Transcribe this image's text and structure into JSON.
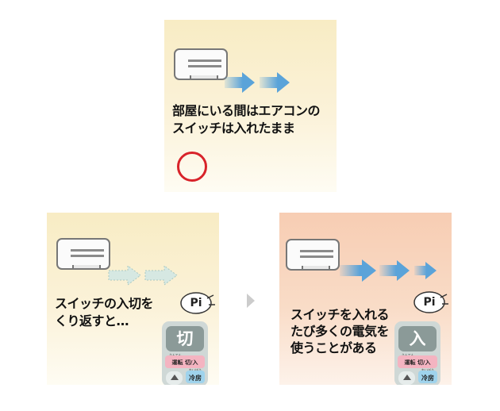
{
  "panels": [
    {
      "caption_lines": [
        "部屋にいる間はエアコンの",
        "スイッチは入れたまま"
      ]
    },
    {
      "caption_lines": [
        "スイッチの入切を",
        "くり返すと…"
      ],
      "sound": "Pi",
      "remote": {
        "main_button": "切",
        "main_color": "#8b9a98"
      }
    },
    {
      "caption_lines": [
        "スイッチを入れる",
        "たび多くの電気を",
        "使うことがある"
      ],
      "sound": "Pi",
      "remote": {
        "main_button": "入",
        "main_color": "#8b9a98"
      }
    }
  ],
  "remote_labels": {
    "power_ruby": "うんてん",
    "power": "運転",
    "power_toggle": "切/入",
    "mode_ruby": "れいぼう",
    "mode": "冷房"
  },
  "colors": {
    "arrow_blue": "#5aa3d9",
    "arrow_pale": "#cfe3df",
    "ok_circle": "#d8232a"
  }
}
